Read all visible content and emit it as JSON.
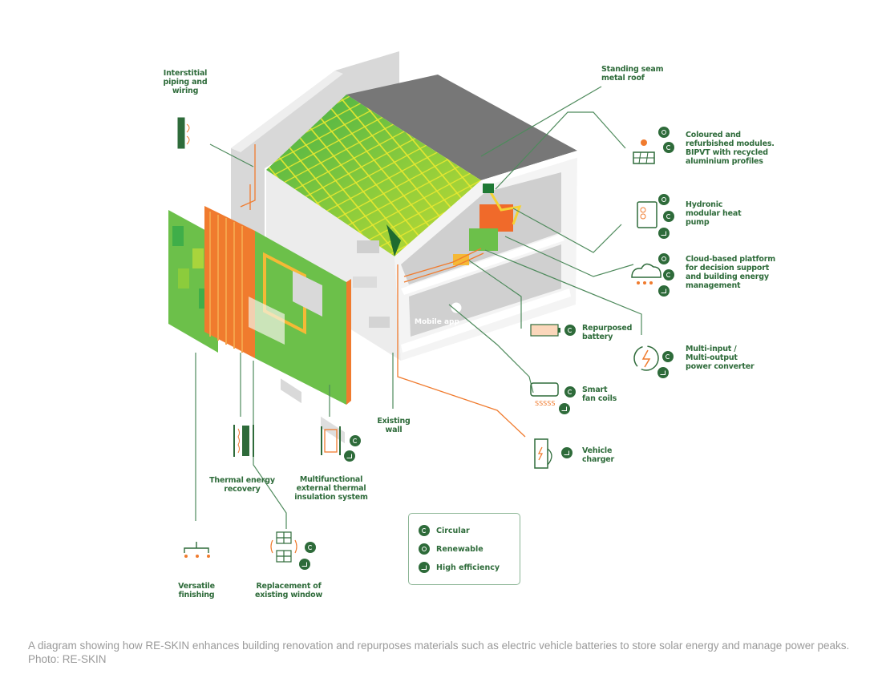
{
  "diagram": {
    "title": "RE-SKIN building renovation diagram",
    "in_image_label": "Mobile app",
    "components": [
      {
        "id": "interstitial",
        "label": "Interstitial piping and wiring",
        "badges": []
      },
      {
        "id": "roof",
        "label": "Standing seam metal roof",
        "badges": []
      },
      {
        "id": "bipvt",
        "label": "Coloured and refurbished modules. BIPVT with recycled aluminium profiles",
        "badges": [
          "renewable",
          "circular"
        ]
      },
      {
        "id": "heatpump",
        "label": "Hydronic modular heat pump",
        "badges": [
          "renewable",
          "circular",
          "high-efficiency"
        ]
      },
      {
        "id": "cloud",
        "label": "Cloud-based platform for decision support and building energy management",
        "badges": [
          "renewable",
          "circular",
          "high-efficiency"
        ]
      },
      {
        "id": "battery",
        "label": "Repurposed battery",
        "badges": [
          "circular"
        ]
      },
      {
        "id": "converter",
        "label": "Multi-input / Multi-output power converter",
        "badges": [
          "circular",
          "high-efficiency"
        ]
      },
      {
        "id": "fancoils",
        "label": "Smart fan coils",
        "badges": [
          "circular",
          "high-efficiency"
        ]
      },
      {
        "id": "charger",
        "label": "Vehicle charger",
        "badges": [
          "high-efficiency"
        ]
      },
      {
        "id": "wall",
        "label": "Existing wall",
        "badges": []
      },
      {
        "id": "thermal",
        "label": "Thermal energy recovery",
        "badges": []
      },
      {
        "id": "insulation",
        "label": "Multifunctional external thermal insulation system",
        "badges": [
          "circular",
          "high-efficiency"
        ]
      },
      {
        "id": "finishing",
        "label": "Versatile finishing",
        "badges": []
      },
      {
        "id": "window",
        "label": "Replacement of existing window",
        "badges": [
          "circular",
          "high-efficiency"
        ]
      }
    ],
    "legend": [
      {
        "key": "circular",
        "label": "Circular"
      },
      {
        "key": "renewable",
        "label": "Renewable"
      },
      {
        "key": "high-efficiency",
        "label": "High efficiency"
      }
    ],
    "colors": {
      "label_green": "#2e6b3a",
      "accent_orange": "#f07b2e",
      "panel_green": "#6cc04a",
      "pv_yellow_green": "#b5d334",
      "wall_grey": "#d6d6d6",
      "roof_grey": "#7d7d7d"
    }
  },
  "caption": "A diagram showing how RE-SKIN enhances building renovation and repurposes materials such as electric vehicle batteries to store solar energy and manage power peaks. Photo: RE-SKIN"
}
